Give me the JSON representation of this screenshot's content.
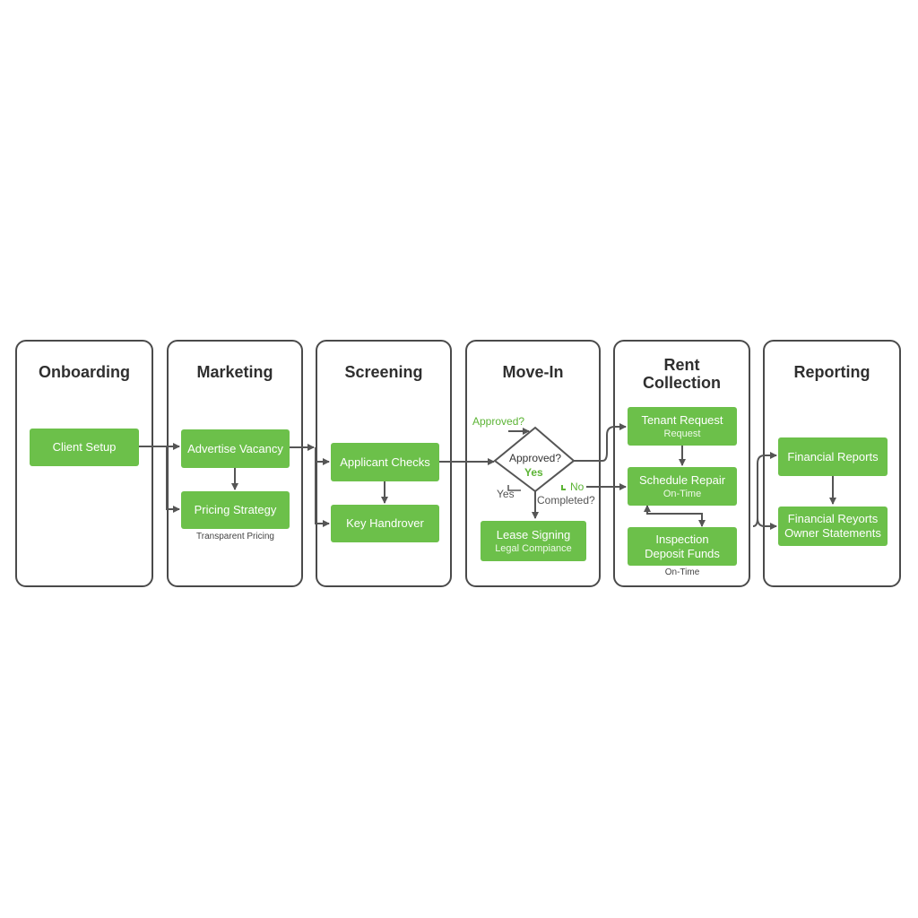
{
  "lanes": [
    {
      "title": "Onboarding"
    },
    {
      "title": "Marketing"
    },
    {
      "title": "Screening"
    },
    {
      "title": "Move-In"
    },
    {
      "title": "Rent\nCollection"
    },
    {
      "title": "Reporting"
    }
  ],
  "nodes": {
    "client_setup": {
      "label": "Client Setup"
    },
    "advertise_vacancy": {
      "label": "Advertise Vacancy"
    },
    "pricing_strategy": {
      "label": "Pricing Strategy",
      "note": "Transparent Pricing"
    },
    "applicant_checks": {
      "label": "Applicant Checks"
    },
    "key_handover": {
      "label": "Key Handrover"
    },
    "approved_decision": {
      "label": "Approved?",
      "answer": "Yes"
    },
    "lease_signing": {
      "label": "Lease Signing",
      "sub": "Legal Compiance"
    },
    "tenant_request": {
      "label": "Tenant Request",
      "sub": "Request"
    },
    "schedule_repair": {
      "label": "Schedule Repair",
      "sub": "On-Time"
    },
    "inspection": {
      "label": "Inspection",
      "label2": "Deposit Funds",
      "note": "On-Time"
    },
    "financial_reports": {
      "label": "Financial Reports"
    },
    "financial_reyorts": {
      "label": "Financial Reyorts",
      "sub": "Owner Statements"
    }
  },
  "edge_labels": {
    "approved_top": "Approved?",
    "yes_left": "Yes",
    "no": "No",
    "completed": "Completed?"
  },
  "colors": {
    "node_fill": "#6cc04a",
    "lane_border": "#4a4a4a",
    "connector": "#555555",
    "accent_text": "#5cb435"
  }
}
